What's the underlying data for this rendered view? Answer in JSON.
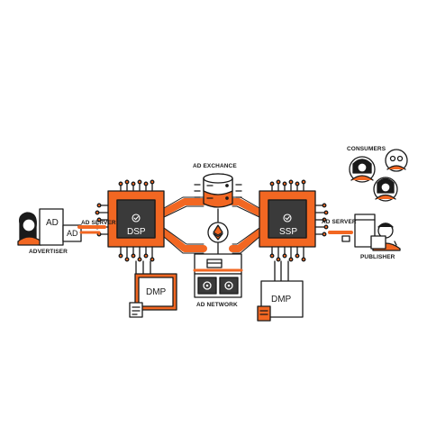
{
  "diagram": {
    "labels": {
      "consumers": "CONSUMERS",
      "ad_exchange": "AD EXCHANCE",
      "ad_server_left": "AD SERVER",
      "ad_server_right": "AD SERVER",
      "advertiser": "ADVERTISER",
      "publisher": "PUBLISHER",
      "ad_network": "AD NETWORK",
      "dsp": "DSP",
      "ssp": "SSP",
      "dmp_left": "DMP",
      "dmp_right": "DMP",
      "ad_card_back": "AD",
      "ad_card_front": "AD"
    },
    "colors": {
      "accent": "#f26722",
      "ink": "#1a1a1a",
      "background": "#ffffff"
    },
    "icons": [
      "checkmark-icon",
      "ethereum-diamond-icon",
      "server-stack-icon",
      "document-icon",
      "gear-icon",
      "browser-window-icon",
      "person-icon"
    ]
  }
}
